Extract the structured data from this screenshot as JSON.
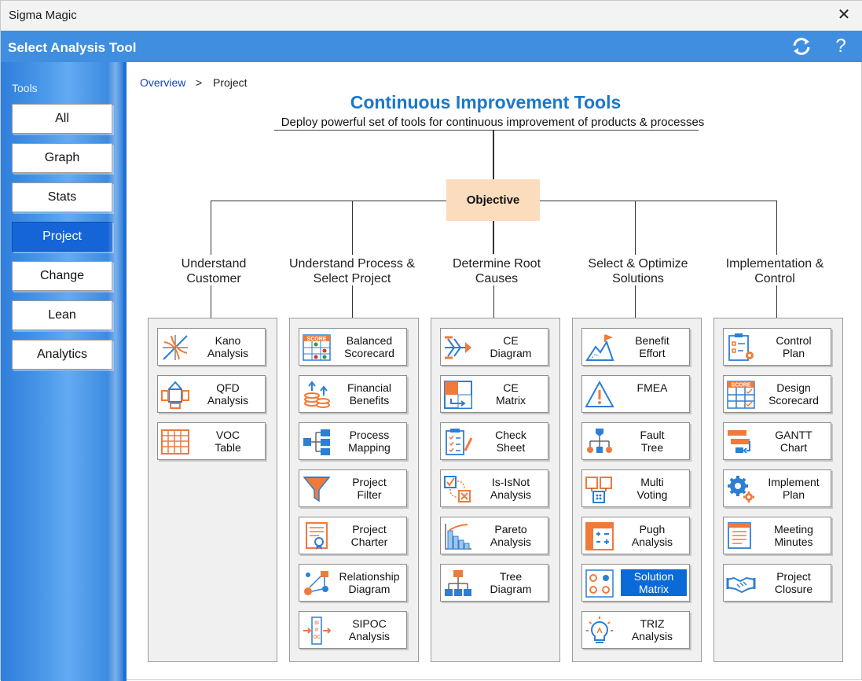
{
  "window": {
    "title": "Sigma Magic"
  },
  "header": {
    "title": "Select Analysis Tool"
  },
  "sidebar": {
    "label": "Tools",
    "buttons": [
      "All",
      "Graph",
      "Stats",
      "Project",
      "Change",
      "Lean",
      "Analytics"
    ],
    "active": "Project"
  },
  "breadcrumb": {
    "root": "Overview",
    "separator": ">",
    "current": "Project"
  },
  "main": {
    "title": "Continuous Improvement Tools",
    "subtitle": "Deploy powerful set of tools for continuous improvement of products & processes",
    "objective": "Objective"
  },
  "columns": [
    {
      "heading": "Understand\nCustomer",
      "tools": [
        {
          "label": "Kano\nAnalysis",
          "icon": "kano-icon"
        },
        {
          "label": "QFD\nAnalysis",
          "icon": "qfd-icon"
        },
        {
          "label": "VOC\nTable",
          "icon": "voc-table-icon"
        }
      ]
    },
    {
      "heading": "Understand Process &\nSelect Project",
      "tools": [
        {
          "label": "Balanced\nScorecard",
          "icon": "scorecard-icon",
          "icon_text": "SCORE"
        },
        {
          "label": "Financial\nBenefits",
          "icon": "coins-icon"
        },
        {
          "label": "Process\nMapping",
          "icon": "process-map-icon"
        },
        {
          "label": "Project\nFilter",
          "icon": "funnel-icon"
        },
        {
          "label": "Project\nCharter",
          "icon": "certificate-icon"
        },
        {
          "label": "Relationship\nDiagram",
          "icon": "relationship-icon"
        },
        {
          "label": "SIPOC\nAnalysis",
          "icon": "sipoc-icon",
          "icon_text": "SIPOC"
        }
      ]
    },
    {
      "heading": "Determine Root\nCauses",
      "tools": [
        {
          "label": "CE\nDiagram",
          "icon": "fishbone-icon"
        },
        {
          "label": "CE\nMatrix",
          "icon": "ce-matrix-icon"
        },
        {
          "label": "Check\nSheet",
          "icon": "checksheet-icon"
        },
        {
          "label": "Is-IsNot\nAnalysis",
          "icon": "is-isnot-icon"
        },
        {
          "label": "Pareto\nAnalysis",
          "icon": "pareto-icon"
        },
        {
          "label": "Tree\nDiagram",
          "icon": "tree-icon"
        }
      ]
    },
    {
      "heading": "Select & Optimize\nSolutions",
      "tools": [
        {
          "label": "Benefit\nEffort",
          "icon": "benefit-effort-icon"
        },
        {
          "label": "FMEA",
          "icon": "warning-icon"
        },
        {
          "label": "Fault\nTree",
          "icon": "fault-tree-icon"
        },
        {
          "label": "Multi\nVoting",
          "icon": "voting-icon"
        },
        {
          "label": "Pugh\nAnalysis",
          "icon": "pugh-icon"
        },
        {
          "label": "Solution\nMatrix",
          "icon": "solution-matrix-icon",
          "selected": true
        },
        {
          "label": "TRIZ\nAnalysis",
          "icon": "lightbulb-icon"
        }
      ]
    },
    {
      "heading": "Implementation &\nControl",
      "tools": [
        {
          "label": "Control\nPlan",
          "icon": "control-plan-icon"
        },
        {
          "label": "Design\nScorecard",
          "icon": "design-scorecard-icon",
          "icon_text": "SCORE"
        },
        {
          "label": "GANTT\nChart",
          "icon": "gantt-icon"
        },
        {
          "label": "Implement\nPlan",
          "icon": "gears-icon"
        },
        {
          "label": "Meeting\nMinutes",
          "icon": "minutes-icon"
        },
        {
          "label": "Project\nClosure",
          "icon": "handshake-icon"
        }
      ]
    }
  ],
  "colors": {
    "header": "#3f8ee0",
    "accent_blue": "#1b78c8",
    "icon_orange": "#f07a3a",
    "icon_blue": "#2d7fd3",
    "objective": "#fbdcbd",
    "selected": "#0a6ad8"
  }
}
